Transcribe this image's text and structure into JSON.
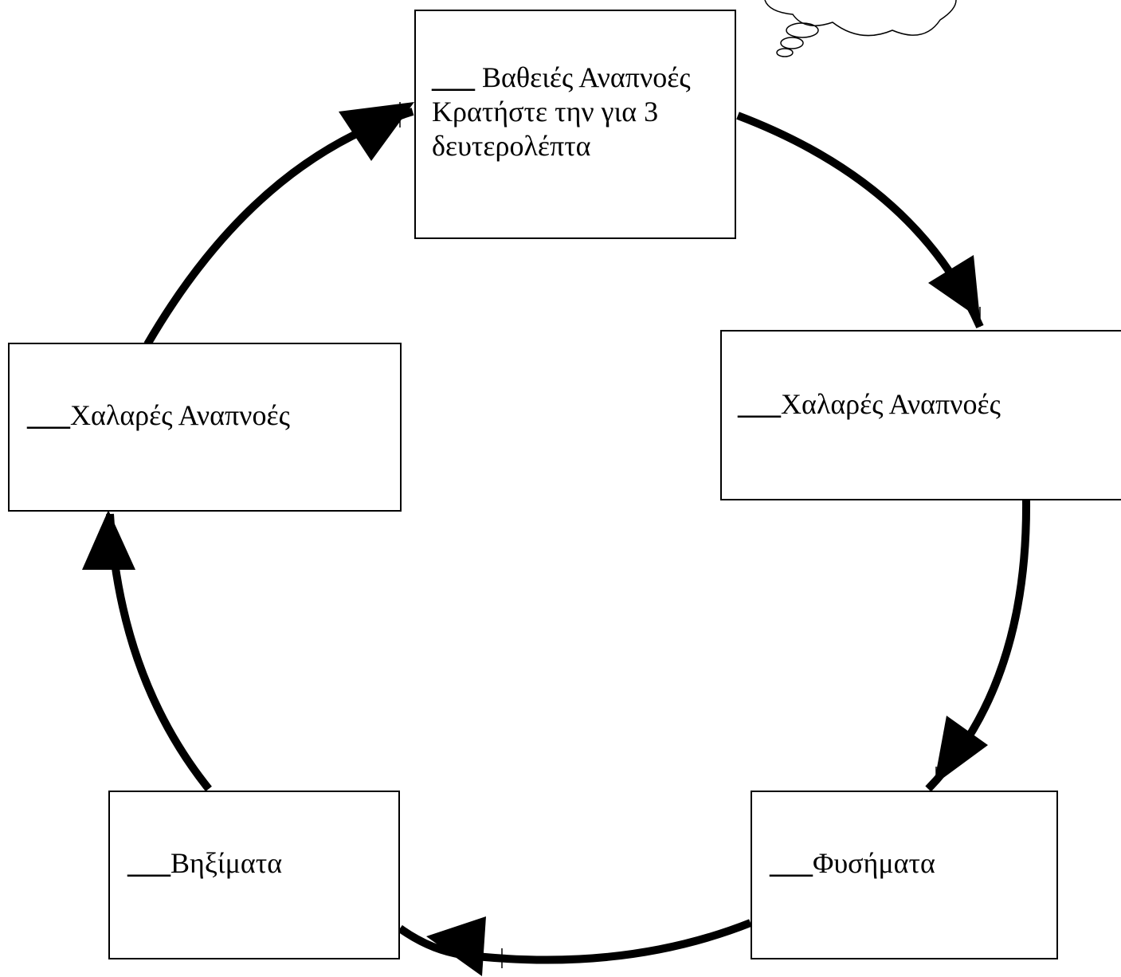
{
  "diagram": {
    "nodes": {
      "top": {
        "blank": "___",
        "text": " Βαθειές Αναπνοές Κρατήστε την για 3 δευτερολέπτα"
      },
      "right": {
        "blank": "___",
        "text": "Χαλαρές Αναπνοές"
      },
      "bottom_right": {
        "blank": "___",
        "text": "Φυσήματα"
      },
      "bottom_left": {
        "blank": "___",
        "text": "Βηξίματα"
      },
      "left": {
        "blank": "___",
        "text": "Χαλαρές Αναπνοές"
      }
    },
    "flow_order": [
      "top",
      "right",
      "bottom_right",
      "bottom_left",
      "left",
      "top"
    ],
    "colors": {
      "stroke": "#000000",
      "background": "#ffffff"
    }
  }
}
